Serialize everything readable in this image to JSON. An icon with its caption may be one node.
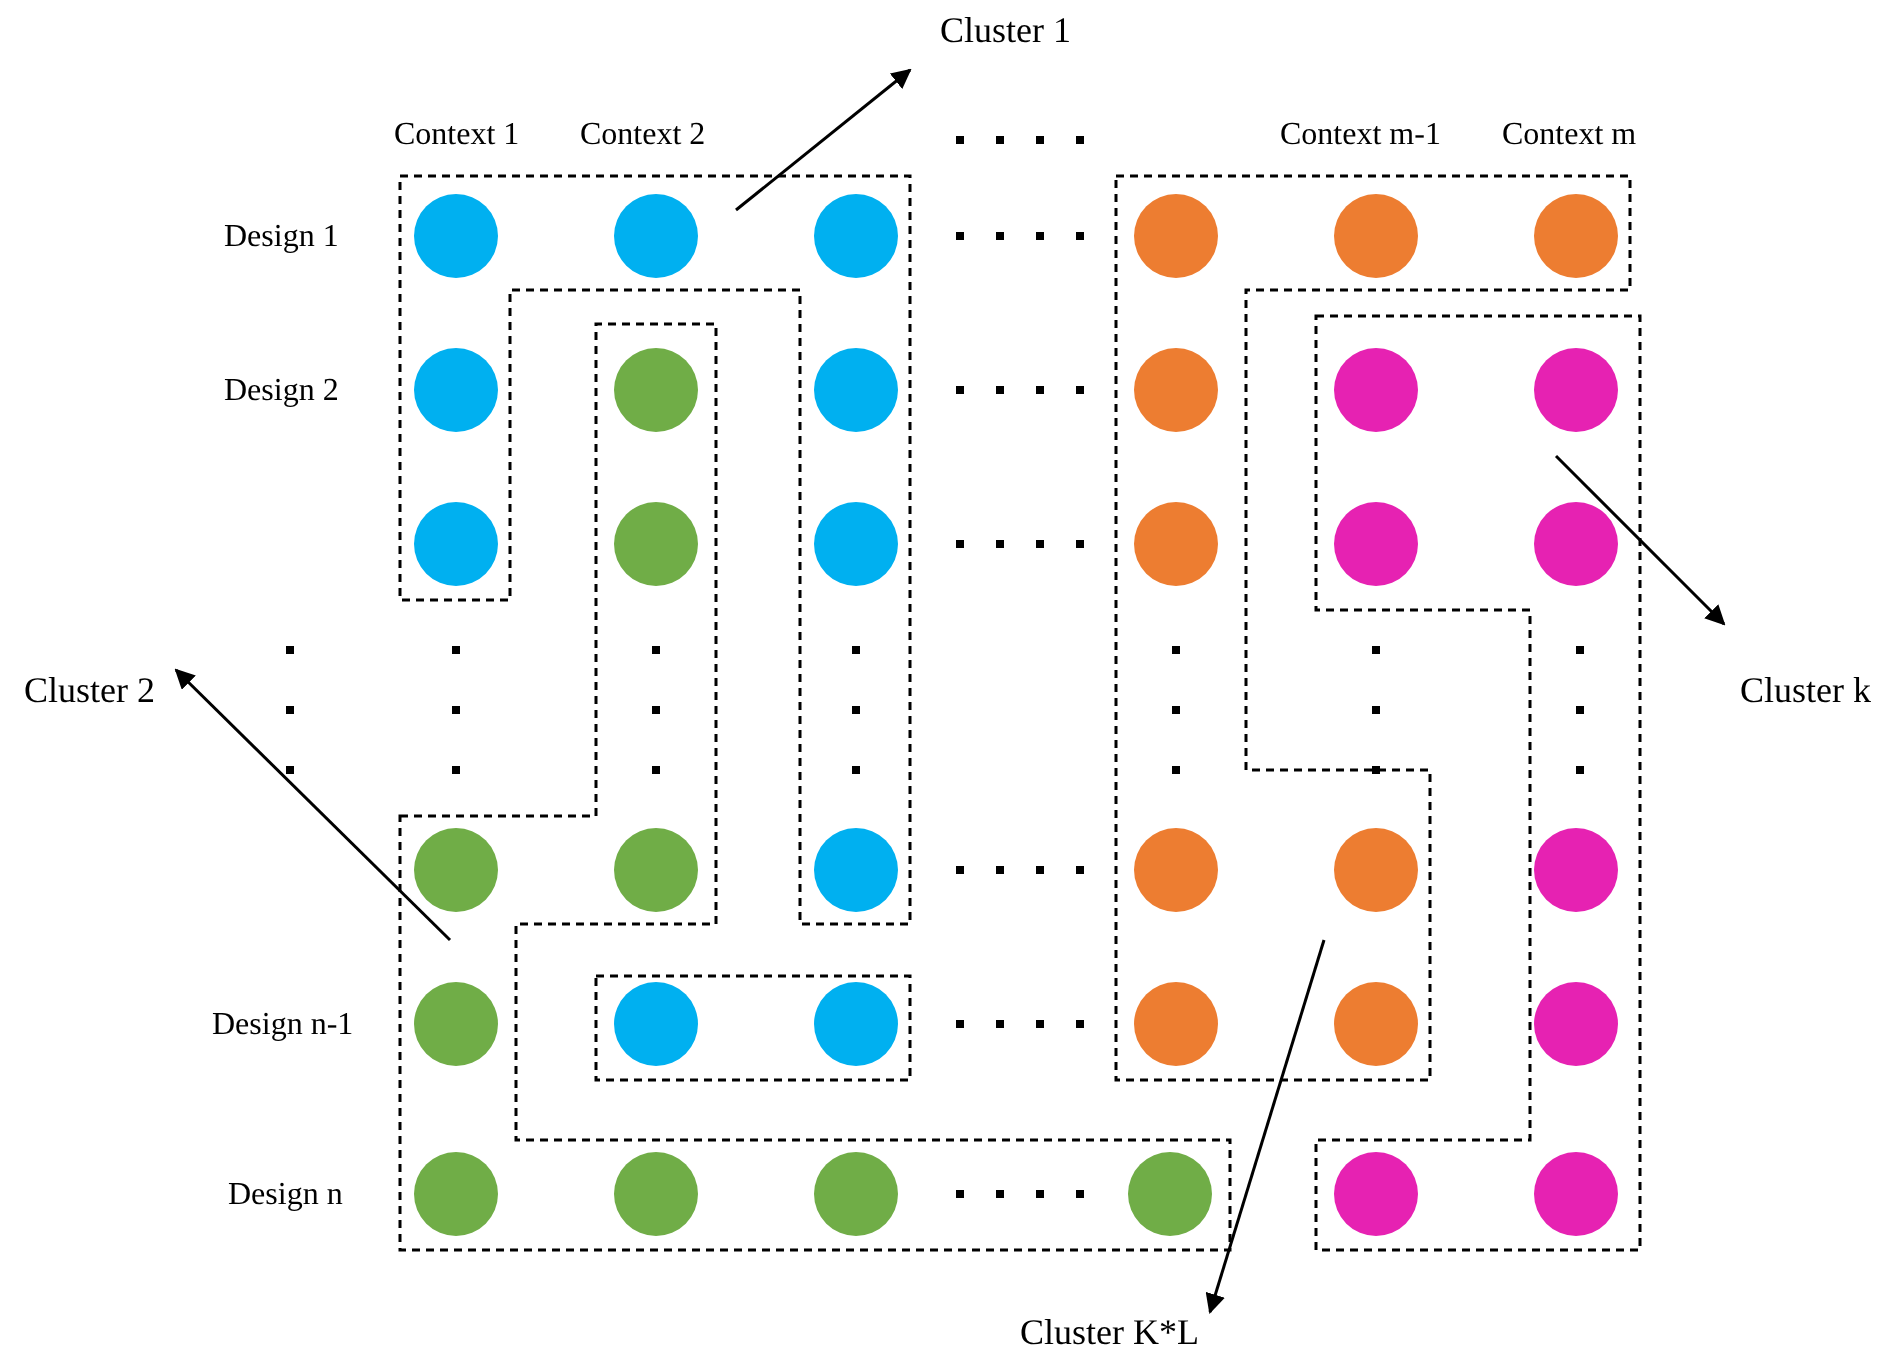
{
  "diagram": {
    "nodes": [
      {
        "text": [
          "Cluster 1"
        ]
      },
      {
        "text": [],
        "shape": "box"
      },
      {
        "text": [
          "Cluster 2"
        ]
      },
      {
        "text": [],
        "shape": "box"
      },
      {
        "text": [
          "Cluster k"
        ]
      },
      {
        "text": [],
        "shape": "box"
      },
      {
        "text": [
          "Cluster K*L"
        ]
      },
      {
        "text": [],
        "shape": "box"
      }
    ],
    "edges": [
      {
        "from": 1,
        "to": 0,
        "arrow": "to"
      },
      {
        "from": 3,
        "to": 2,
        "arrow": "to"
      },
      {
        "from": 5,
        "to": 4,
        "arrow": "to"
      },
      {
        "from": 7,
        "to": 6,
        "arrow": "to"
      }
    ],
    "labels": [
      "Context 1",
      "Context 2",
      "Context m-1",
      "Context m",
      "Design 1",
      "Design 2",
      "Design n-1",
      "Design n"
    ]
  }
}
